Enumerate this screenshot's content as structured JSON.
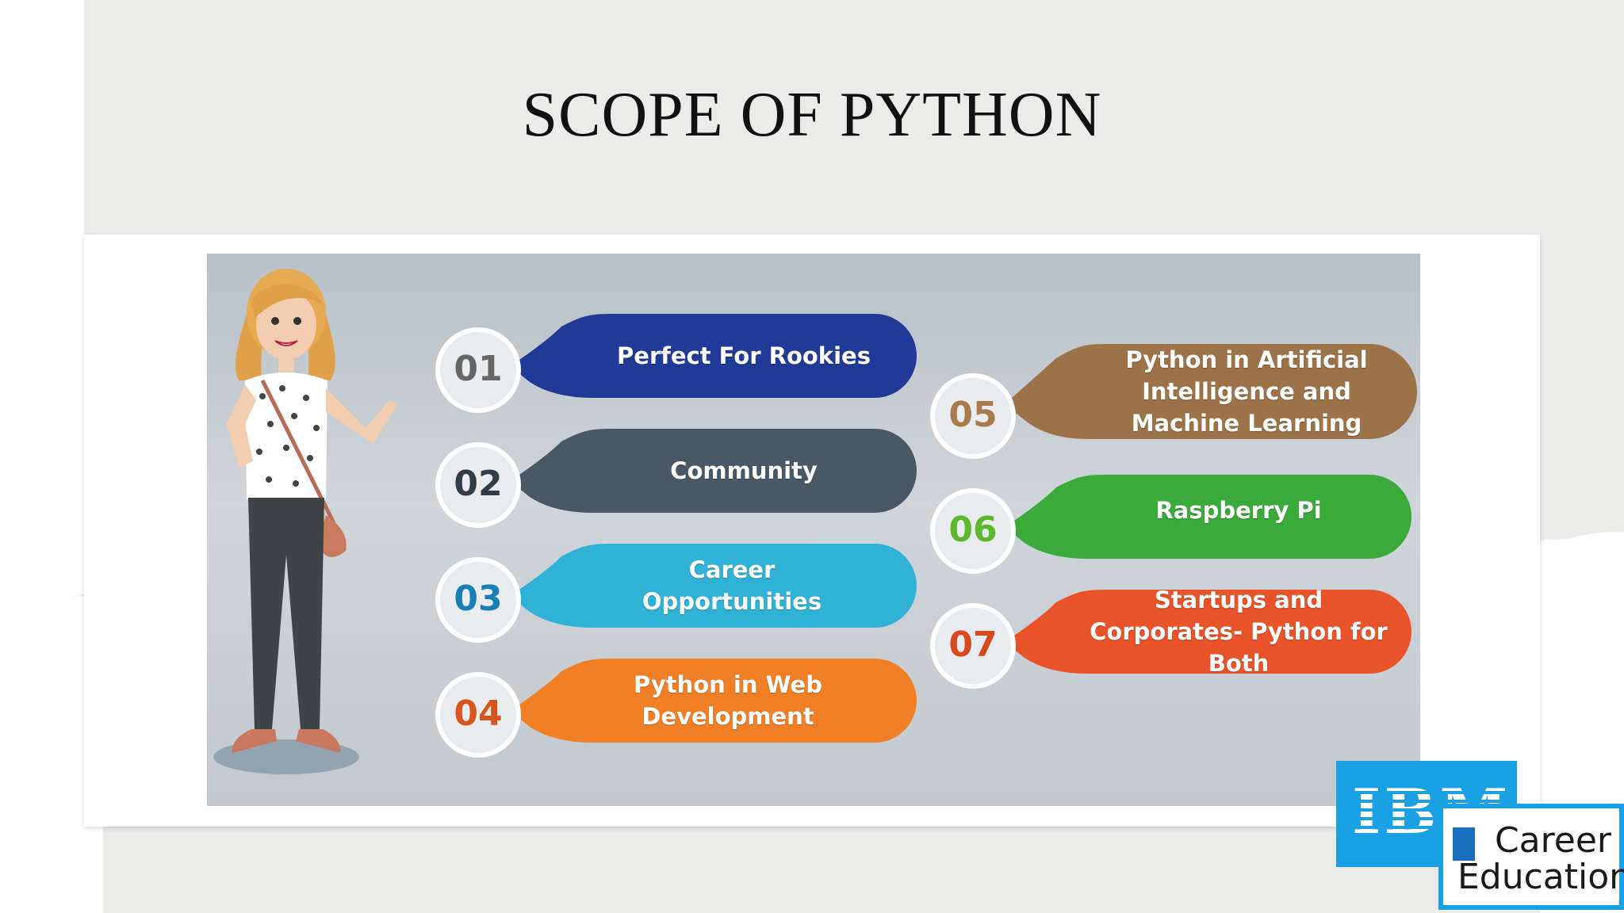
{
  "slide": {
    "title": "SCOPE OF PYTHON"
  },
  "infographic": {
    "items": [
      {
        "number": "01",
        "label": "Perfect For Rookies",
        "color": "#223a97",
        "number_color": "#666666"
      },
      {
        "number": "02",
        "label": "Community",
        "color": "#4a5866",
        "number_color": "#333d47"
      },
      {
        "number": "03",
        "label": "Career Opportunities",
        "color": "#2fb2d6",
        "number_color": "#1a7fb5"
      },
      {
        "number": "04",
        "label": "Python in Web Development",
        "color": "#f07f26",
        "number_color": "#d9551b"
      },
      {
        "number": "05",
        "label": "Python in Artificial Intelligence and Machine Learning",
        "color": "#9c7249",
        "number_color": "#a87a4c"
      },
      {
        "number": "06",
        "label": "Raspberry Pi",
        "color": "#3aaa3a",
        "number_color": "#5cb82e"
      },
      {
        "number": "07",
        "label": "Startups and Corporates- Python for Both",
        "color": "#e8532a",
        "number_color": "#d9481f"
      }
    ]
  },
  "logo": {
    "brand": "IBM",
    "line1": "Career",
    "line2": "Education",
    "color": "#1aa1e4"
  }
}
